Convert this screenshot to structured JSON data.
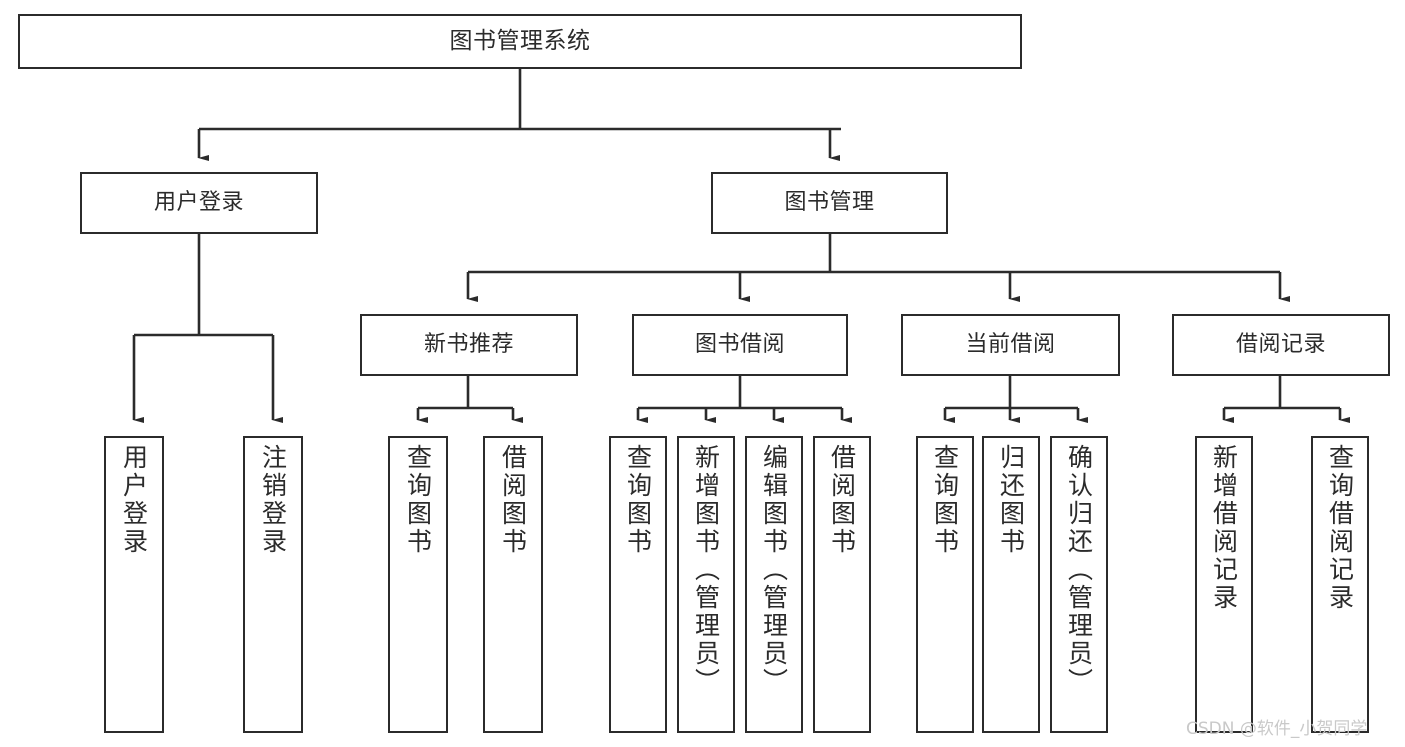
{
  "diagram": {
    "title": "图书管理系统",
    "type": "tree-hierarchy-diagram",
    "watermark": "CSDN @软件_小贺同学",
    "colors": {
      "box_border": "#2b2b2b",
      "box_fill": "#ffffff",
      "connector": "#2b2b2b",
      "text": "#2b2b2b",
      "watermark": "#c9c9c9",
      "background": "#ffffff"
    },
    "nodes": {
      "root": {
        "label": "图书管理系统"
      },
      "level2": [
        {
          "label": "用户登录"
        },
        {
          "label": "图书管理"
        }
      ],
      "level3": [
        {
          "label": "新书推荐"
        },
        {
          "label": "图书借阅"
        },
        {
          "label": "当前借阅"
        },
        {
          "label": "借阅记录"
        }
      ],
      "leaves": {
        "user_login": [
          {
            "label": "用户登录"
          },
          {
            "label": "注销登录"
          }
        ],
        "new_book_recommend": [
          {
            "label": "查询图书"
          },
          {
            "label": "借阅图书"
          }
        ],
        "book_borrow": [
          {
            "label": "查询图书"
          },
          {
            "label": "新增图书（管理员）"
          },
          {
            "label": "编辑图书（管理员）"
          },
          {
            "label": "借阅图书"
          }
        ],
        "current_borrow": [
          {
            "label": "查询图书"
          },
          {
            "label": "归还图书"
          },
          {
            "label": "确认归还（管理员）"
          }
        ],
        "borrow_record": [
          {
            "label": "新增借阅记录"
          },
          {
            "label": "查询借阅记录"
          }
        ]
      }
    }
  }
}
